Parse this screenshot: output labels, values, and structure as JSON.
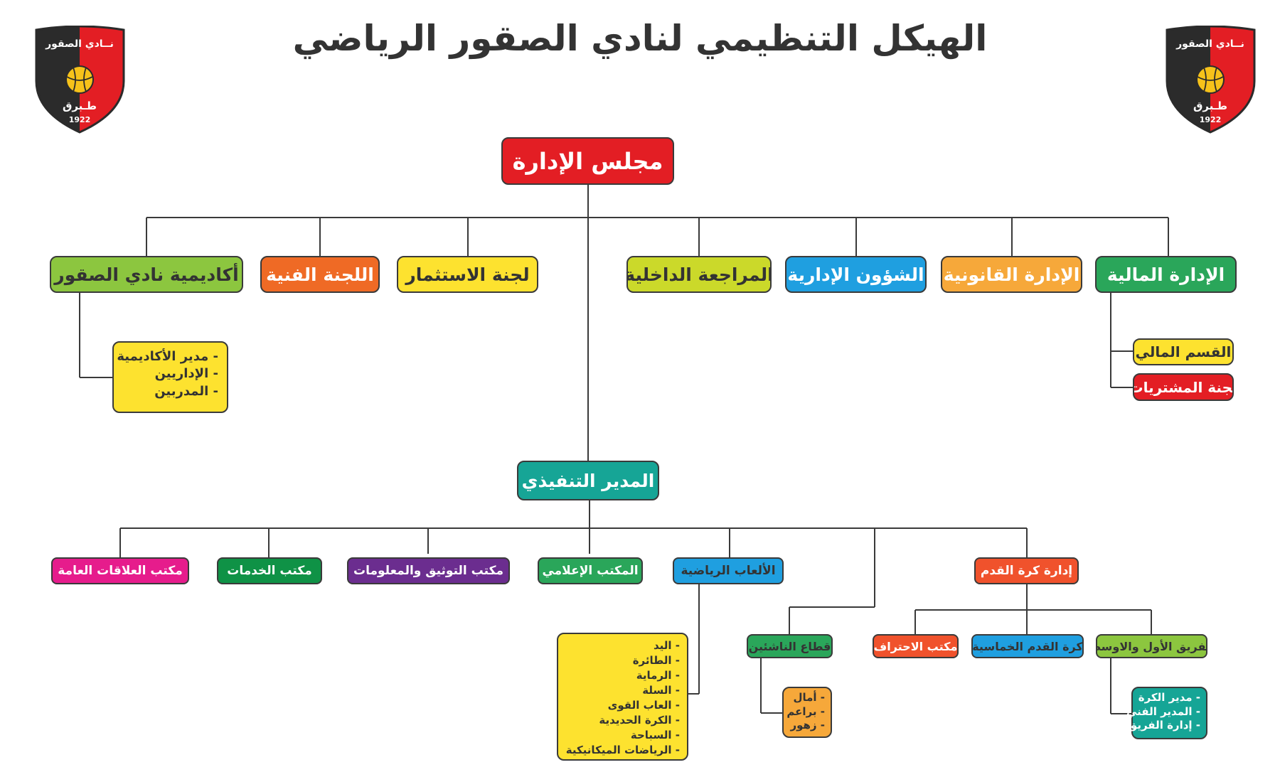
{
  "title": "الهيكل التنظيمي لنادي الصقور الرياضي",
  "logo": {
    "top_text": "نــادي الصقور",
    "bottom_text": "طـبرق",
    "year": "1922",
    "colors": {
      "red": "#e31e24",
      "black": "#2b2b2b",
      "ball": "#f6c21a"
    }
  },
  "colors": {
    "line": "#3a3a3a",
    "red": "#e31e24",
    "green": "#2aa65a",
    "orange": "#f6a83a",
    "blue": "#1f9fe0",
    "lime": "#cbd92a",
    "yellow": "#fde22f",
    "darkorange": "#ef6a25",
    "lightgreen": "#8cc63f",
    "teal": "#16a596",
    "pink": "#e61c8c",
    "darkgreen": "#0f9246",
    "purple": "#6b2d8f",
    "orangered": "#f0522c"
  },
  "board": "مجلس الإدارة",
  "level2": {
    "finance": "الإدارة المالية",
    "legal": "الإدارة القانونية",
    "admin": "الشؤون الإدارية",
    "audit": "المراجعة الداخلية",
    "investment": "لجنة الاستثمار",
    "technical": "اللجنة الفنية",
    "academy": "أكاديمية نادي الصقور"
  },
  "finance_sub": {
    "section": "القسم المالي",
    "purchases": "لجنة المشتريات"
  },
  "academy_items": [
    "مدير الأكاديمية",
    "الإداريين",
    "المدربين"
  ],
  "executive": "المدير التنفيذي",
  "level3": {
    "football": "إدارة كرة القدم",
    "sports": "الألعاب الرياضية",
    "media": "المكتب الإعلامي",
    "docs": "مكتب التوثيق والمعلومات",
    "services": "مكتب الخدمات",
    "pr": "مكتب العلاقات العامة"
  },
  "football_sub": {
    "first_team": "الفريق الأول والاوسط",
    "futsal": "كرة القدم الخماسية",
    "pro": "مكتب الاحتراف"
  },
  "first_team_items": [
    "مدير الكرة",
    "المدير الفني",
    "إدارة الفريق"
  ],
  "youth": "قطاع الناشئين",
  "youth_items": [
    "أمال",
    "براعم",
    "زهور"
  ],
  "sports_items": [
    "اليد",
    "الطائرة",
    "الرماية",
    "السلة",
    "العاب القوى",
    "الكرة الحديدية",
    "السباحة",
    "الرياضات الميكانيكية"
  ]
}
